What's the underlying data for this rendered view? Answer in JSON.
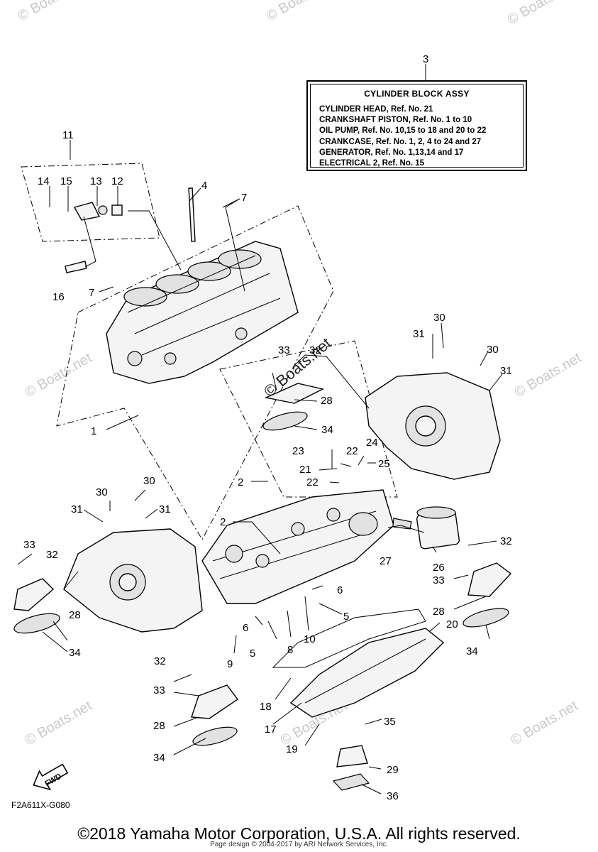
{
  "watermark": "© Boats.net",
  "spec_box": {
    "ref": "3",
    "title": "CYLINDER BLOCK ASSY",
    "lines": [
      "CYLINDER HEAD, Ref. No. 21",
      "CRANKSHAFT PISTON, Ref. No. 1 to 10",
      "OIL PUMP, Ref. No. 10,15 to 18 and 20 to 22",
      "CRANKCASE, Ref. No. 1, 2, 4 to 24 and 27",
      "GENERATOR, Ref. No. 1,13,14 and 17",
      "ELECTRICAL 2, Ref. No. 15"
    ]
  },
  "fwd_label": "FWD",
  "diagram_code": "F2A611X-G080",
  "copyright": "©2018 Yamaha Motor Corporation, U.S.A. All rights reserved.",
  "page_credit": "Page design © 2004-2017 by ARI Network Services, Inc.",
  "callouts": [
    "1",
    "2",
    "2",
    "4",
    "5",
    "5",
    "6",
    "6",
    "7",
    "7",
    "8",
    "9",
    "10",
    "11",
    "12",
    "13",
    "14",
    "15",
    "16",
    "17",
    "18",
    "19",
    "20",
    "21",
    "22",
    "22",
    "23",
    "24",
    "25",
    "26",
    "27",
    "28",
    "28",
    "28",
    "28",
    "29",
    "30",
    "30",
    "30",
    "30",
    "31",
    "31",
    "31",
    "31",
    "32",
    "32",
    "32",
    "32",
    "33",
    "33",
    "33",
    "33",
    "34",
    "34",
    "34",
    "34",
    "35",
    "36"
  ]
}
